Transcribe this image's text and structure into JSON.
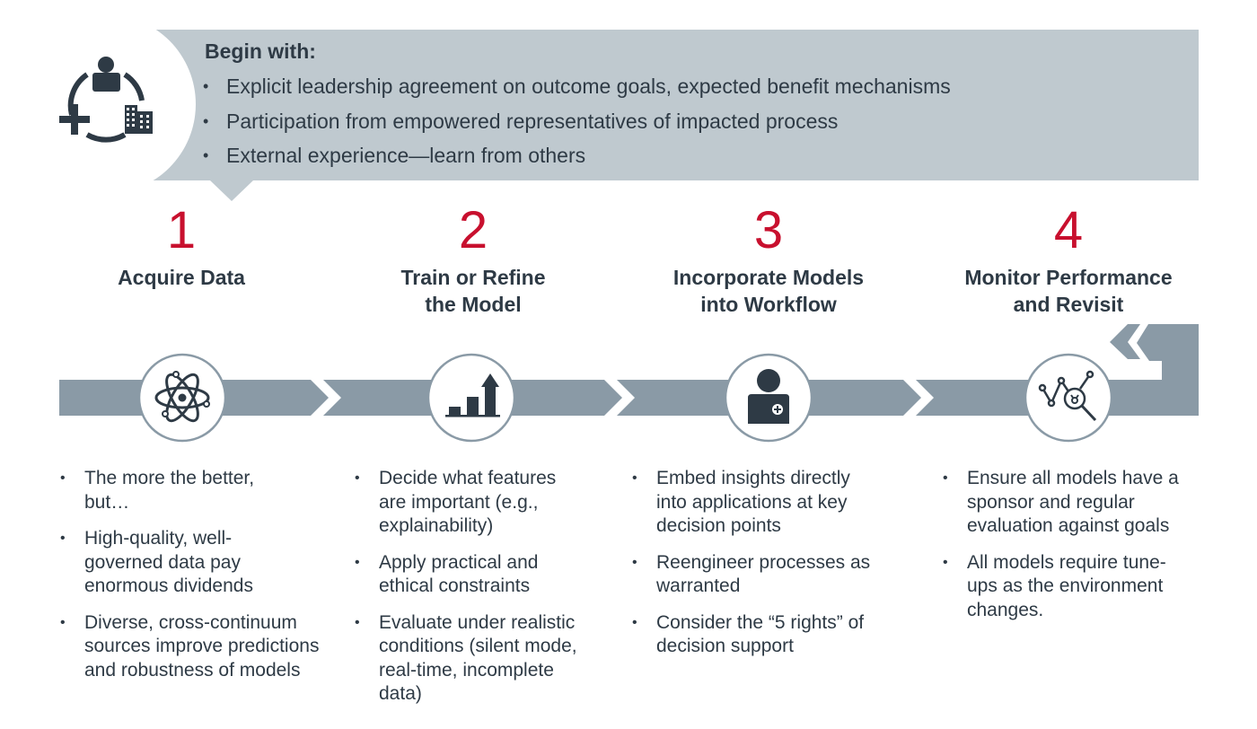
{
  "banner": {
    "title": "Begin with:",
    "bullets": [
      "Explicit leadership agreement on outcome goals, expected benefit mechanisms",
      "Participation from empowered representatives of impacted process",
      "External experience—learn from others"
    ],
    "icon": "stakeholders-cycle-icon"
  },
  "colors": {
    "accent_number": "#c8102e",
    "banner_bg": "#bfc9cf",
    "arrow_fill": "#8a9aa6",
    "text": "#2e3a45",
    "icon_dark": "#2e3a45"
  },
  "steps": [
    {
      "number": "1",
      "title_lines": [
        "Acquire Data",
        ""
      ],
      "icon": "atom-icon",
      "bullets": [
        "The more the better, but…",
        "High-quality, well-governed data pay enormous dividends",
        "Diverse, cross-continuum sources improve predictions and robustness of models"
      ]
    },
    {
      "number": "2",
      "title_lines": [
        "Train or Refine",
        "the Model"
      ],
      "icon": "bar-chart-growth-icon",
      "bullets": [
        "Decide what features are important (e.g., explainability)",
        "Apply practical and ethical constraints",
        "Evaluate under realistic conditions (silent mode, real-time, incomplete data)"
      ]
    },
    {
      "number": "3",
      "title_lines": [
        "Incorporate Models",
        "into Workflow"
      ],
      "icon": "clinician-icon",
      "bullets": [
        "Embed insights directly into applications at key decision points",
        "Reengineer processes as warranted",
        "Consider the “5 rights” of decision support"
      ]
    },
    {
      "number": "4",
      "title_lines": [
        "Monitor Performance",
        "and Revisit"
      ],
      "icon": "analytics-magnifier-icon",
      "bullets": [
        "Ensure all models have a sponsor and regular evaluation against goals",
        "All models require tune-ups as the environment changes."
      ]
    }
  ]
}
